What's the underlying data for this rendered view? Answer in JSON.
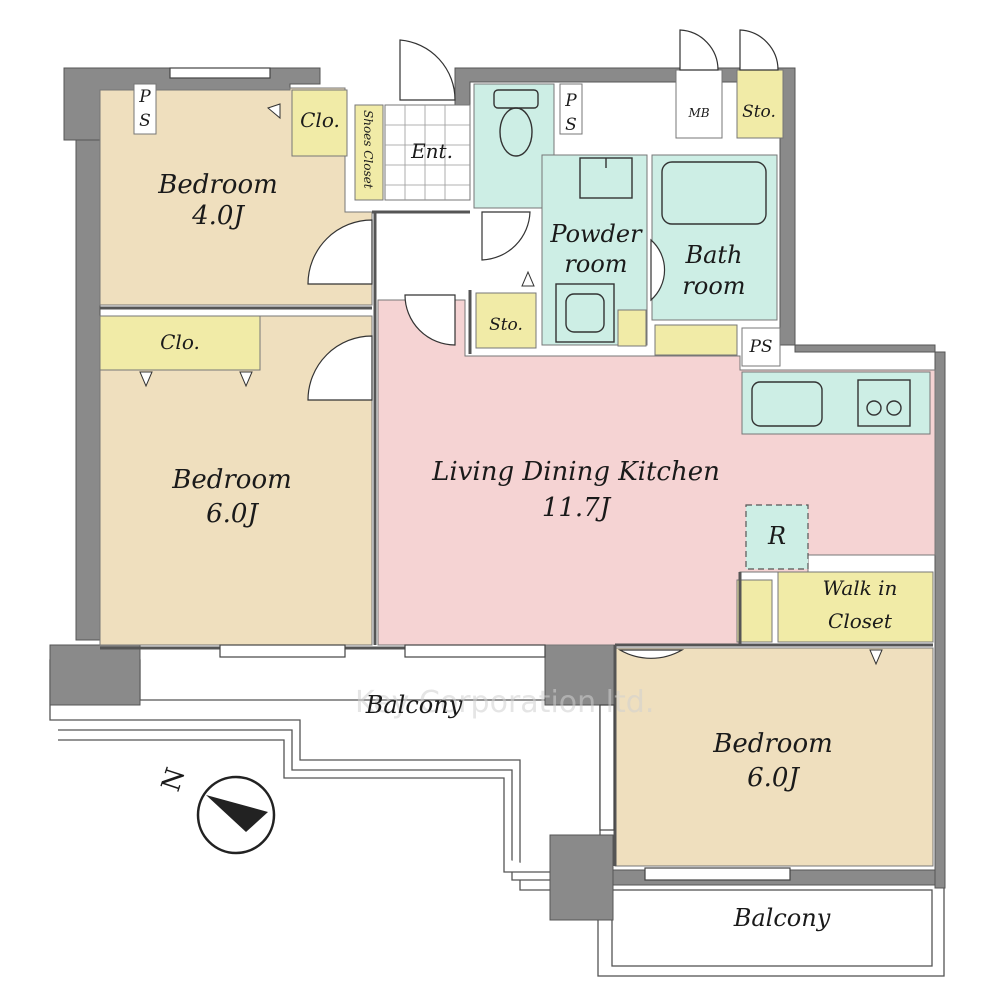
{
  "colors": {
    "bedroom": "#efdfbe",
    "living": "#f5d3d3",
    "closet": "#f1eba7",
    "wet": "#cdeee5",
    "wall": "#8a8a8a",
    "entrance": "#ffffff"
  },
  "rooms": {
    "bedroom_top": {
      "name": "Bedroom",
      "size": "4.0J"
    },
    "bedroom_left": {
      "name": "Bedroom",
      "size": "6.0J"
    },
    "bedroom_right": {
      "name": "Bedroom",
      "size": "6.0J"
    },
    "ldk": {
      "name": "Living Dining Kitchen",
      "size": "11.7J"
    },
    "powder": {
      "line1": "Powder",
      "line2": "room"
    },
    "bath": {
      "line1": "Bath",
      "line2": "room"
    },
    "walkin": {
      "line1": "Walk in",
      "line2": "Closet"
    }
  },
  "labels": {
    "clo_top": "Clo.",
    "clo_left": "Clo.",
    "shoes": "Shoes Closet",
    "ent": "Ent.",
    "sto_hall": "Sto.",
    "sto_top": "Sto.",
    "mb": "MB",
    "ps_top_left": [
      "P",
      "S"
    ],
    "ps_top_mid": [
      "P",
      "S"
    ],
    "ps_right": "PS",
    "refrigerator": "R",
    "balcony_main": "Balcony",
    "balcony_right": "Balcony",
    "compass": "N",
    "watermark": "Key Corporation ltd."
  }
}
